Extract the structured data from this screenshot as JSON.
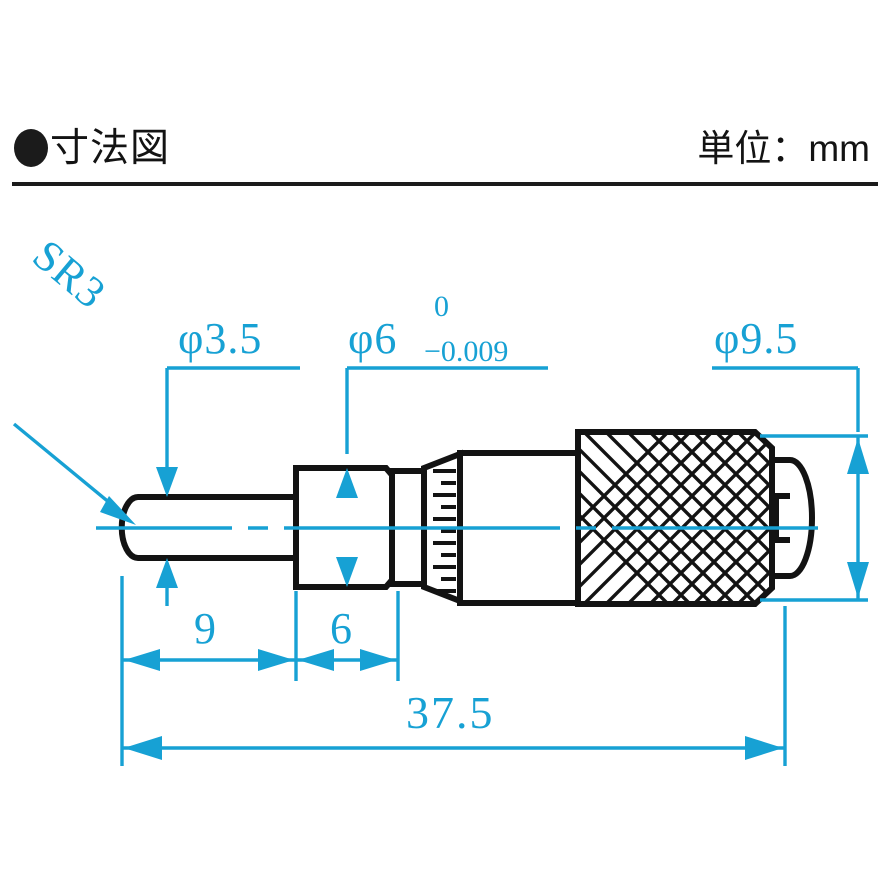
{
  "header": {
    "bullet_icon": "filled-circle-bullet",
    "title": "寸法図",
    "unit_label": "単位：mm"
  },
  "drawing": {
    "title": "micrometer-head-dimension-drawing",
    "accent_color": "#17a1d4",
    "line_color": "#131313",
    "background_color": "#ffffff"
  },
  "dimensions": {
    "spindle_diameter": {
      "symbol": "φ",
      "value": "3.5",
      "label": "φ3.5"
    },
    "collar_diameter": {
      "symbol": "φ",
      "value": "6",
      "label": "φ6",
      "tolerance_upper": "0",
      "tolerance_lower": "−0.009"
    },
    "barrel_diameter": {
      "symbol": "φ",
      "value": "9.5",
      "label": "φ9.5"
    },
    "spindle_length": "9",
    "collar_length": "6",
    "overall_length": "37.5",
    "tip_radius": "SR3"
  }
}
